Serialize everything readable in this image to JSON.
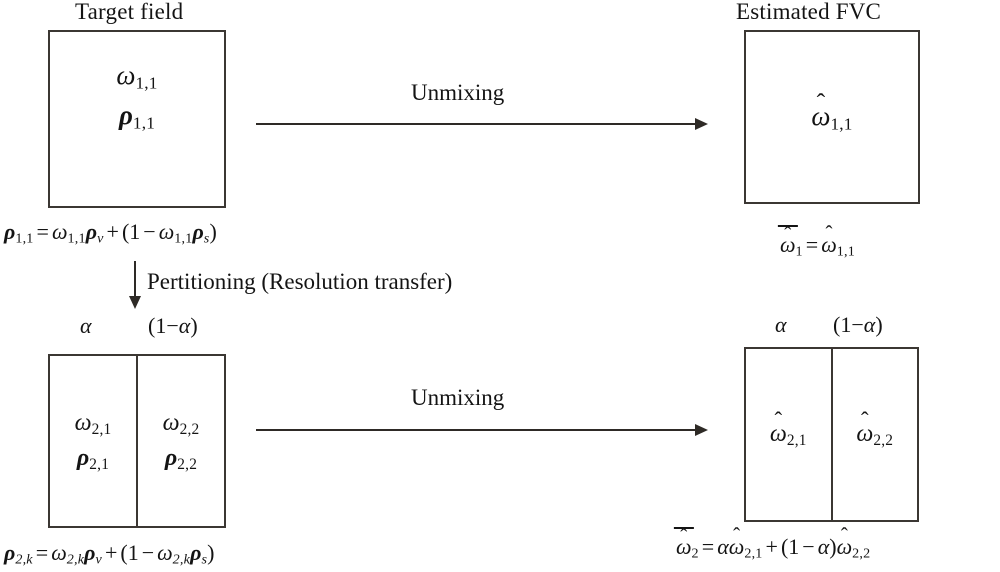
{
  "figure": {
    "type": "flow-diagram",
    "columns": {
      "left_title": "Target field",
      "right_title": "Estimated FVC"
    },
    "arrows": {
      "unmixing_top_label": "Unmixing",
      "unmixing_bottom_label": "Unmixing",
      "partitioning_label": "Pertitioning (Resolution transfer)"
    },
    "row1": {
      "target_box": {
        "omega": {
          "symbol": "ω",
          "sub": "1,1"
        },
        "rho": {
          "symbol": "ρ",
          "sub": "1,1"
        }
      },
      "target_equation": {
        "lhs_symbol": "ρ",
        "lhs_sub": "1,1",
        "eq": "=",
        "t1_omega": "ω",
        "t1_omega_sub": "1,1",
        "t1_rho": "ρ",
        "t1_rho_sub": "v",
        "plus": "+",
        "open": "(",
        "one": "1",
        "minus": "−",
        "t2_omega": "ω",
        "t2_omega_sub": "1,1",
        "t2_rho": "ρ",
        "t2_rho_sub": "s",
        "close": ")"
      },
      "estimate_box": {
        "omega_hat": "ω",
        "omega_hat_sub": "1,1"
      },
      "estimate_equation": {
        "lhs_symbol": "ω",
        "lhs_sub": "1",
        "eq": "=",
        "rhs_symbol": "ω",
        "rhs_sub": "1,1"
      }
    },
    "row2": {
      "weights": {
        "left": "α",
        "right_open": "(",
        "right_one": "1",
        "right_minus": "−",
        "right_alpha": "α",
        "right_close": ")"
      },
      "target_box_cells": [
        {
          "omega": "ω",
          "omega_sub": "2,1",
          "rho": "ρ",
          "rho_sub": "2,1"
        },
        {
          "omega": "ω",
          "omega_sub": "2,2",
          "rho": "ρ",
          "rho_sub": "2,2"
        }
      ],
      "target_equation": {
        "lhs_symbol": "ρ",
        "lhs_sub": "2,k",
        "eq": "=",
        "t1_omega": "ω",
        "t1_omega_sub": "2,k",
        "t1_rho": "ρ",
        "t1_rho_sub": "v",
        "plus": "+",
        "open": "(",
        "one": "1",
        "minus": "−",
        "t2_omega": "ω",
        "t2_omega_sub": "2,k",
        "t2_rho": "ρ",
        "t2_rho_sub": "s",
        "close": ")"
      },
      "estimate_box_cells": [
        {
          "omega_hat": "ω",
          "omega_hat_sub": "2,1"
        },
        {
          "omega_hat": "ω",
          "omega_hat_sub": "2,2"
        }
      ],
      "estimate_equation": {
        "lhs_symbol": "ω",
        "lhs_sub": "2",
        "eq": "=",
        "alpha1": "α",
        "term1_symbol": "ω",
        "term1_sub": "2,1",
        "plus": "+",
        "open": "(",
        "one": "1",
        "minus": "−",
        "alpha2": "α",
        "close": ")",
        "term2_symbol": "ω",
        "term2_sub": "2,2"
      }
    },
    "glyphs": {
      "hat": "ˆ",
      "arrow_right": "→",
      "arrow_down": "↓"
    },
    "colors": {
      "ink": "#141414",
      "line": "#2e2a26",
      "box_border": "#3b3733",
      "background": "#ffffff"
    }
  }
}
